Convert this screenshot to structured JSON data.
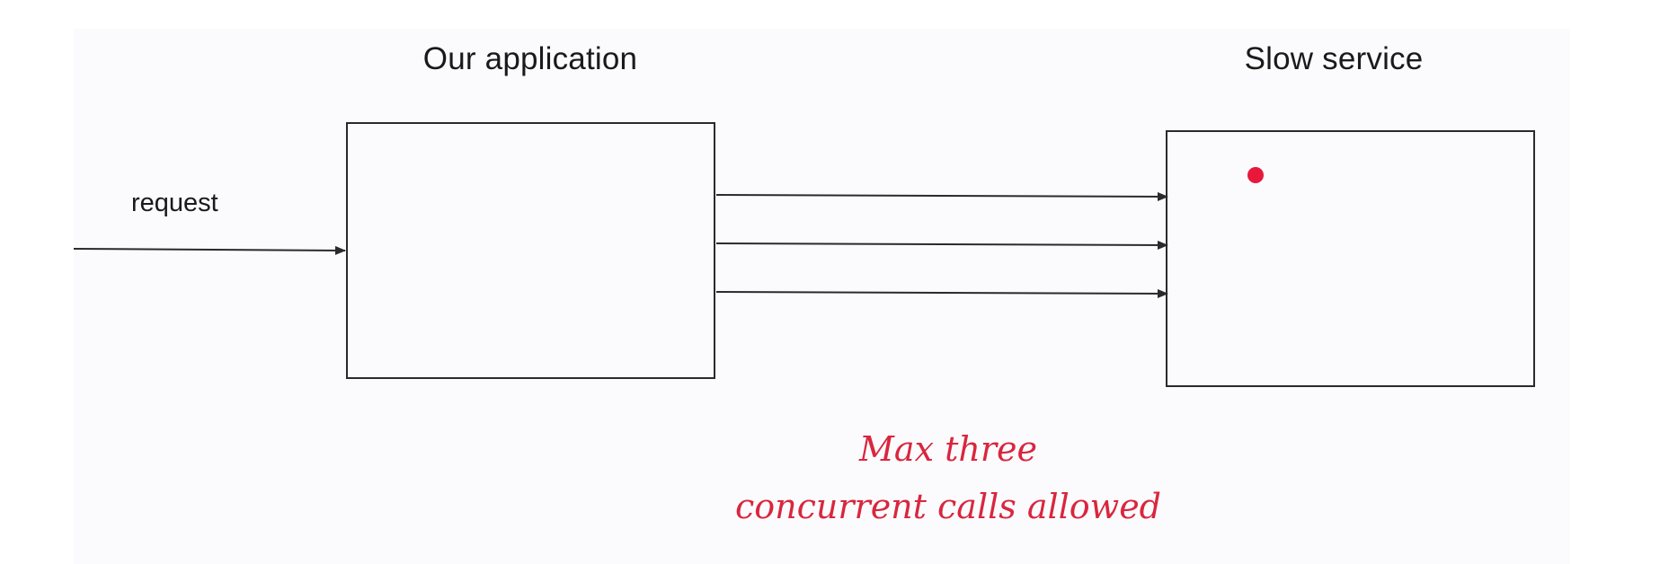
{
  "diagram": {
    "nodes": [
      {
        "id": "app",
        "label": "Our application"
      },
      {
        "id": "slow",
        "label": "Slow service"
      }
    ],
    "edges": [
      {
        "from": "external",
        "to": "app",
        "label": "request"
      },
      {
        "from": "app",
        "to": "slow",
        "label": ""
      },
      {
        "from": "app",
        "to": "slow",
        "label": ""
      },
      {
        "from": "app",
        "to": "slow",
        "label": ""
      }
    ],
    "annotation": {
      "line1": "Max three",
      "line2": "concurrent calls allowed"
    }
  },
  "colors": {
    "background": "#fbfbfd",
    "stroke": "#2a2a2a",
    "annotation": "#d9263e",
    "dot": "#e8183a"
  }
}
